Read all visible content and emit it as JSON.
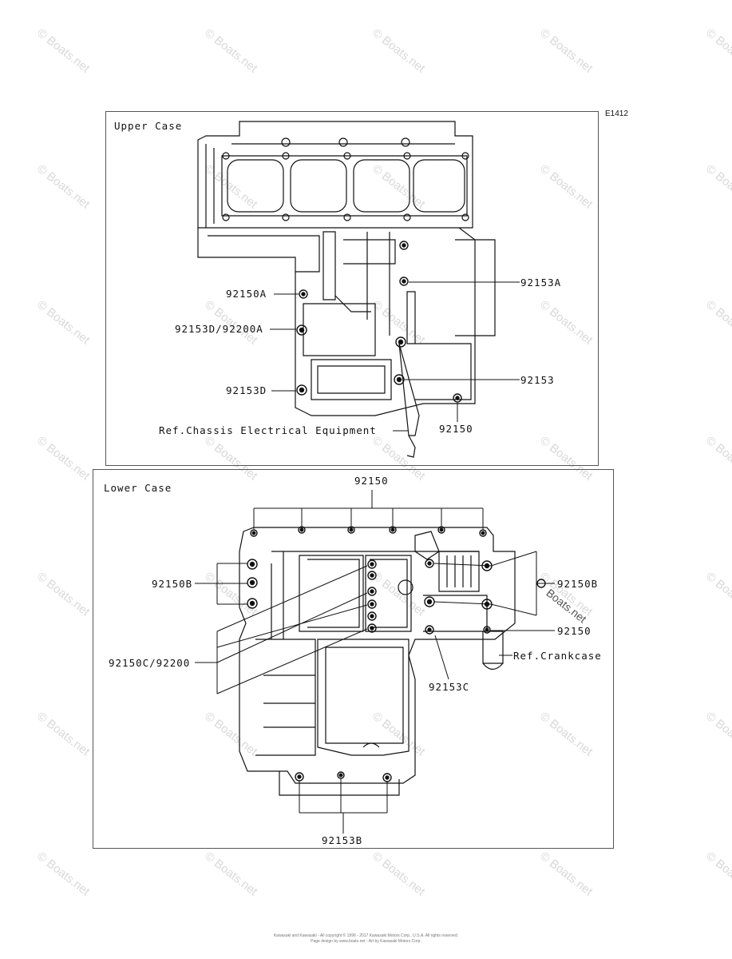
{
  "watermark_text": "© Boats.net",
  "diagram_code": "E1412",
  "upper_case": {
    "title": "Upper Case",
    "labels": {
      "a": "92150A",
      "b": "92153D/92200A",
      "c": "92153D",
      "d": "Ref.Chassis Electrical Equipment",
      "e": "92153A",
      "f": "92153",
      "g": "92150"
    }
  },
  "lower_case": {
    "title": "Lower Case",
    "labels": {
      "top": "92150",
      "left_b": "92150B",
      "left_c": "92150C/92200",
      "right_b": "92150B",
      "right_150": "92150",
      "ref": "Ref.Crankcase",
      "c3": "92153C",
      "bottom": "92153B"
    },
    "boats_tag": "Boats.net"
  },
  "footer": {
    "line1": "Kawasaki and Kawasaki - All copyright © 1996 - 2017 Kawasaki Motors Corp., U.S.A. All rights reserved.",
    "line2": "Page design by www.boats.net - Art by Kawasaki Motors Corp."
  }
}
